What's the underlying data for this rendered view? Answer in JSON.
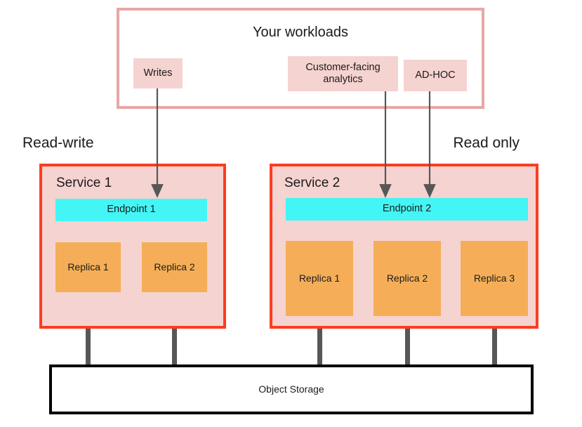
{
  "diagram": {
    "title": "Your workloads",
    "workloads": [
      {
        "label": "Writes"
      },
      {
        "label": "Customer-facing analytics"
      },
      {
        "label": "AD-HOC"
      }
    ],
    "side_labels": {
      "left": "Read-write",
      "right": "Read only"
    },
    "services": [
      {
        "title": "Service 1",
        "endpoint": "Endpoint 1",
        "replicas": [
          {
            "label": "Replica 1"
          },
          {
            "label": "Replica 2"
          }
        ]
      },
      {
        "title": "Service 2",
        "endpoint": "Endpoint 2",
        "replicas": [
          {
            "label": "Replica 1"
          },
          {
            "label": "Replica 2"
          },
          {
            "label": "Replica 3"
          }
        ]
      }
    ],
    "storage": {
      "label": "Object Storage"
    },
    "colors": {
      "workload_frame_border": "#e8a6a6",
      "chip_fill": "#f5d3d0",
      "service_border": "#fc3d21",
      "service_fill": "#f5d3d0",
      "endpoint_fill": "#44f5f5",
      "replica_fill": "#f5ae57",
      "storage_border": "#000000",
      "pipe": "#575757",
      "arrow": "#575757",
      "text": "#1b1b1b"
    }
  }
}
